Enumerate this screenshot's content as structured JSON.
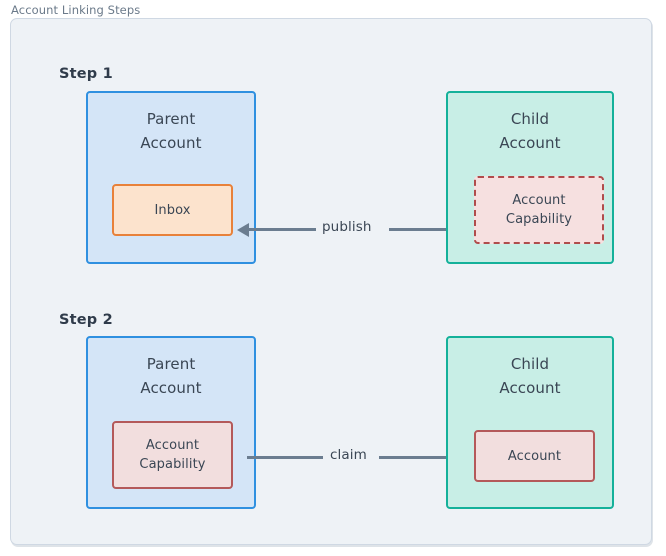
{
  "figure": {
    "caption": "Account Linking Steps",
    "background_color": "#eef2f6",
    "border_color": "#cfd8e3"
  },
  "palette": {
    "parent_fill": "#d4e5f7",
    "parent_border": "#2f90e0",
    "child_fill": "#c8eee6",
    "child_border": "#14b19a",
    "inbox_fill": "#fce3cd",
    "inbox_border": "#e8813a",
    "capability_fill": "#f6e0e0",
    "capability_border": "#b04c4c",
    "connector": "#6b7d90",
    "text": "#3a4654"
  },
  "steps": [
    {
      "label": "Step 1",
      "parent": {
        "title": "Parent\nAccount",
        "title_line1": "Parent",
        "title_line2": "Account",
        "inner": {
          "label": "Inbox",
          "style": "solid-orange"
        }
      },
      "child": {
        "title_line1": "Child",
        "title_line2": "Account",
        "inner": {
          "label_line1": "Account",
          "label_line2": "Capability",
          "style": "dashed-red"
        }
      },
      "connector": {
        "label": "publish",
        "direction": "right-to-left",
        "from": "Account Capability",
        "to": "Inbox"
      }
    },
    {
      "label": "Step 2",
      "parent": {
        "title_line1": "Parent",
        "title_line2": "Account",
        "inner": {
          "label_line1": "Account",
          "label_line2": "Capability",
          "style": "solid-red"
        }
      },
      "child": {
        "title_line1": "Child",
        "title_line2": "Account",
        "inner": {
          "label": "Account",
          "style": "solid-red"
        }
      },
      "connector": {
        "label": "claim",
        "direction": "left-to-right",
        "from": "Account Capability",
        "to": "Account"
      }
    }
  ]
}
